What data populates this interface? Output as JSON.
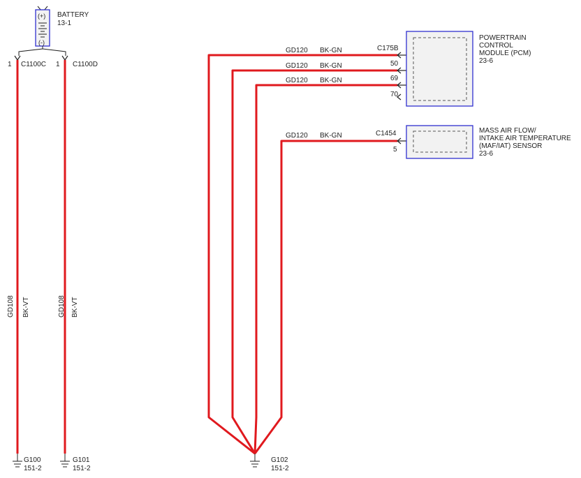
{
  "colors": {
    "wire": "#e0191e",
    "module_border": "#3030d0",
    "module_fill": "#f2f2f2",
    "ink": "#222222"
  },
  "battery": {
    "name": "BATTERY",
    "ref": "13-1",
    "plus": "(+)",
    "minus": "(-)"
  },
  "connectors": {
    "left_a": {
      "pin": "1",
      "id": "C1100C"
    },
    "left_b": {
      "pin": "1",
      "id": "C1100D"
    }
  },
  "left_wires": [
    {
      "circuit": "GD108",
      "color": "BK-VT"
    },
    {
      "circuit": "GD108",
      "color": "BK-VT"
    }
  ],
  "grounds": [
    {
      "id": "G100",
      "ref": "151-2"
    },
    {
      "id": "G101",
      "ref": "151-2"
    },
    {
      "id": "G102",
      "ref": "151-2"
    }
  ],
  "pcm_wires": [
    {
      "circuit": "GD120",
      "color": "BK-GN",
      "pin": "C175B"
    },
    {
      "circuit": "GD120",
      "color": "BK-GN",
      "pin": "50"
    },
    {
      "circuit": "GD120",
      "color": "BK-GN",
      "pin": "69"
    },
    {
      "pin": "70"
    }
  ],
  "maf_wire": {
    "circuit": "GD120",
    "color": "BK-GN",
    "connector": "C1454",
    "pin": "5"
  },
  "pcm": {
    "line1": "POWERTRAIN",
    "line2": "CONTROL",
    "line3": "MODULE (PCM)",
    "ref": "23-6"
  },
  "maf": {
    "line1": "MASS AIR FLOW/",
    "line2": "INTAKE AIR TEMPERATURE",
    "line3": "(MAF/IAT) SENSOR",
    "ref": "23-6"
  }
}
